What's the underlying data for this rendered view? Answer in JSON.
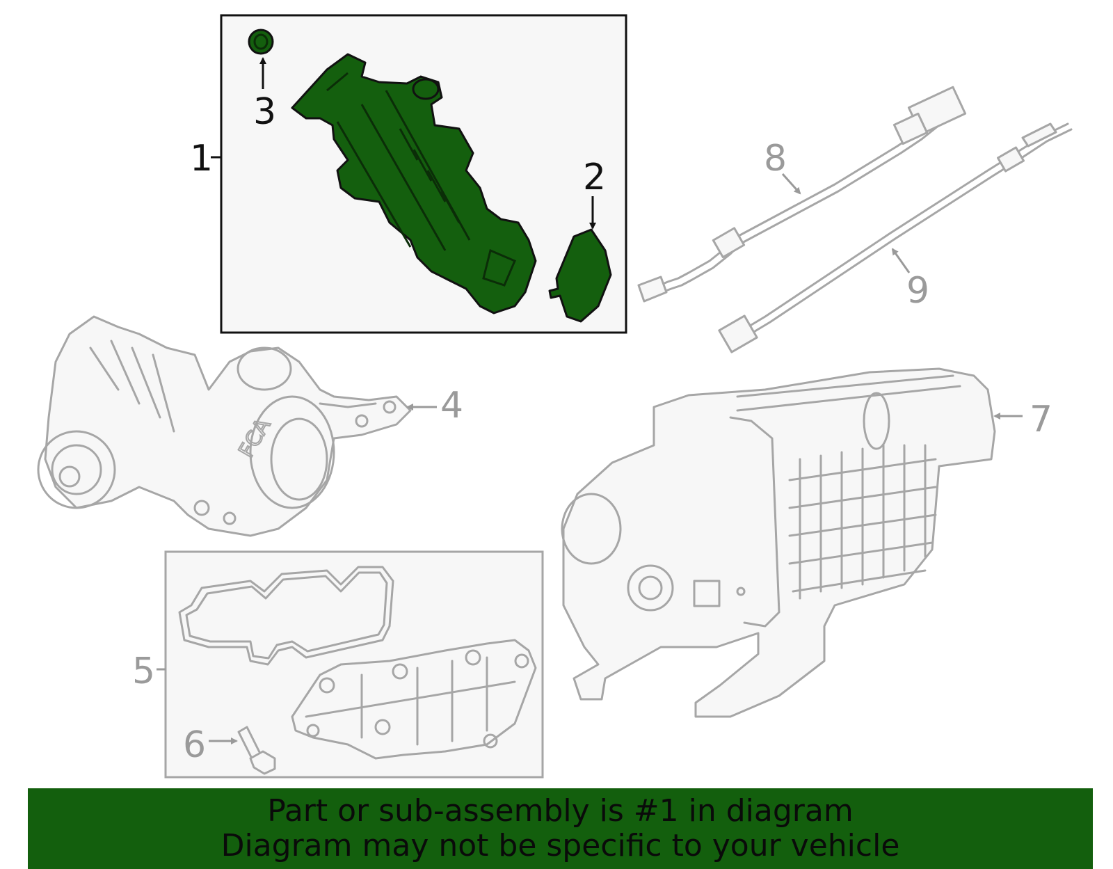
{
  "callouts": {
    "c1": "1",
    "c2": "2",
    "c3": "3",
    "c4": "4",
    "c5": "5",
    "c6": "6",
    "c7": "7",
    "c8": "8",
    "c9": "9"
  },
  "banner": {
    "line1": "Part or sub-assembly is #1 in diagram",
    "line2": "Diagram may not be specific to your vehicle"
  },
  "colors": {
    "highlight_green": "#135f0d",
    "outline_gray": "#a6a6a6",
    "callout_gray": "#9a9a9a",
    "box_background": "#f7f7f7"
  }
}
